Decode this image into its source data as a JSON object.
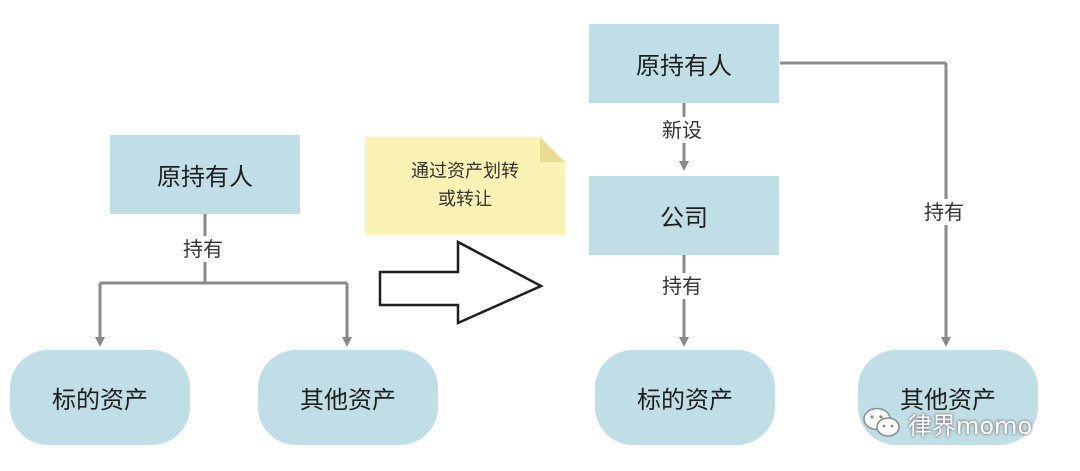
{
  "left": {
    "owner": "原持有人",
    "edge_label": "持有",
    "asset_target": "标的资产",
    "asset_other": "其他资产"
  },
  "note": {
    "line1": "通过资产划转",
    "line2": "或转让"
  },
  "right": {
    "owner": "原持有人",
    "edge_new": "新设",
    "company": "公司",
    "edge_company_holds": "持有",
    "edge_owner_holds": "持有",
    "asset_target": "标的资产",
    "asset_other": "其他资产"
  },
  "watermark": {
    "icon": "wechat-icon",
    "text": "律界momo"
  },
  "colors": {
    "node_fill": "#bfdee6",
    "note_fill": "#fbf3b4",
    "connector": "#8a8a8a"
  }
}
